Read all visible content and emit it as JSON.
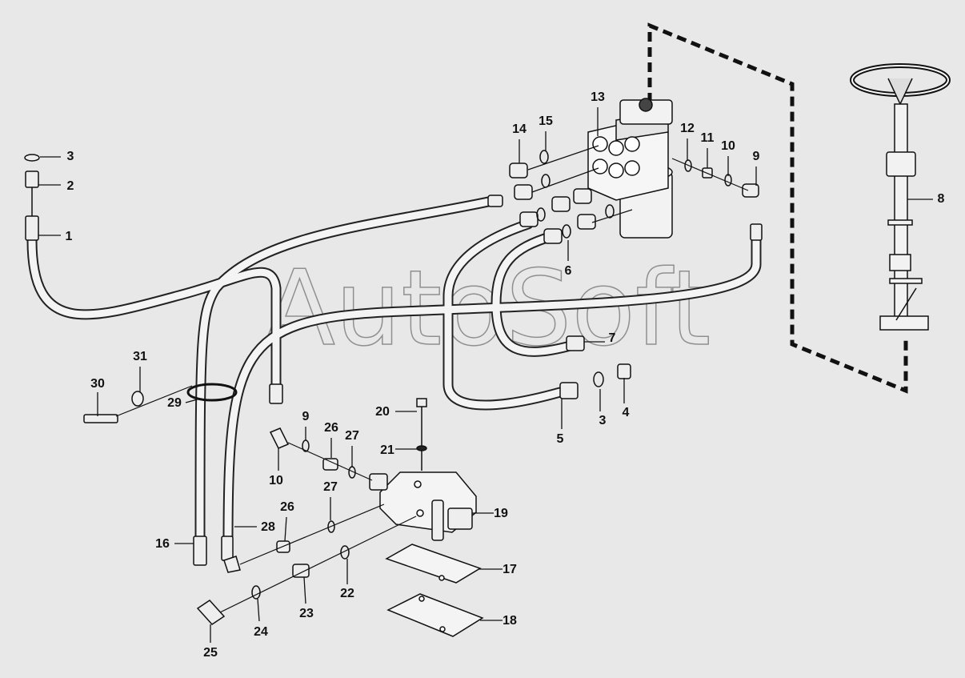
{
  "watermark": "AutoSoft",
  "callouts": [
    {
      "id": "c1",
      "label": "1"
    },
    {
      "id": "c2",
      "label": "2"
    },
    {
      "id": "c3a",
      "label": "3"
    },
    {
      "id": "c3b",
      "label": "3"
    },
    {
      "id": "c4",
      "label": "4"
    },
    {
      "id": "c5",
      "label": "5"
    },
    {
      "id": "c6",
      "label": "6"
    },
    {
      "id": "c7",
      "label": "7"
    },
    {
      "id": "c8",
      "label": "8"
    },
    {
      "id": "c9a",
      "label": "9"
    },
    {
      "id": "c9b",
      "label": "9"
    },
    {
      "id": "c10a",
      "label": "10"
    },
    {
      "id": "c10b",
      "label": "10"
    },
    {
      "id": "c11",
      "label": "11"
    },
    {
      "id": "c12",
      "label": "12"
    },
    {
      "id": "c13",
      "label": "13"
    },
    {
      "id": "c14",
      "label": "14"
    },
    {
      "id": "c15",
      "label": "15"
    },
    {
      "id": "c16",
      "label": "16"
    },
    {
      "id": "c17",
      "label": "17"
    },
    {
      "id": "c18",
      "label": "18"
    },
    {
      "id": "c19",
      "label": "19"
    },
    {
      "id": "c20",
      "label": "20"
    },
    {
      "id": "c21",
      "label": "21"
    },
    {
      "id": "c22",
      "label": "22"
    },
    {
      "id": "c23",
      "label": "23"
    },
    {
      "id": "c24",
      "label": "24"
    },
    {
      "id": "c25",
      "label": "25"
    },
    {
      "id": "c26a",
      "label": "26"
    },
    {
      "id": "c26b",
      "label": "26"
    },
    {
      "id": "c27a",
      "label": "27"
    },
    {
      "id": "c27b",
      "label": "27"
    },
    {
      "id": "c28",
      "label": "28"
    },
    {
      "id": "c29",
      "label": "29"
    },
    {
      "id": "c30",
      "label": "30"
    },
    {
      "id": "c31",
      "label": "31"
    }
  ]
}
